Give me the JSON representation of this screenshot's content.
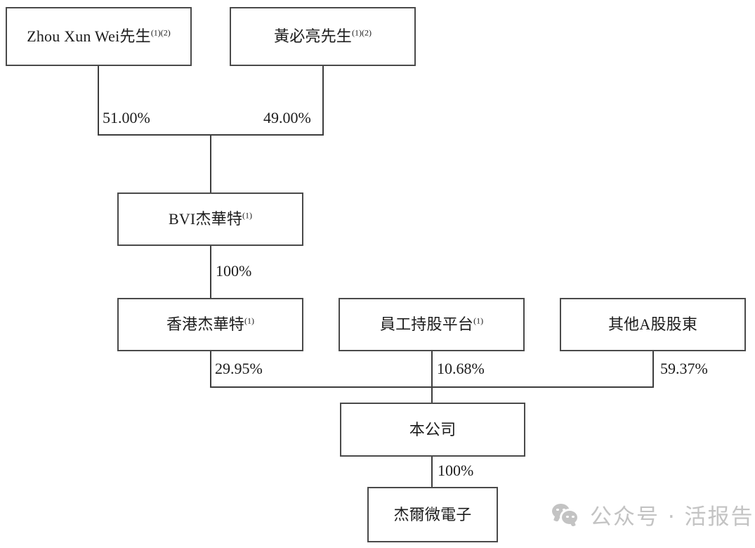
{
  "diagram": {
    "type": "org-shareholding-chart",
    "nodes": [
      {
        "id": "zhou-xun-wei",
        "label": "Zhou Xun Wei先生",
        "footnote": "(1)(2)"
      },
      {
        "id": "huang-bi-liang",
        "label": "黃必亮先生",
        "footnote": "(1)(2)"
      },
      {
        "id": "bvi-jiehuate",
        "label": "BVI杰華特",
        "footnote": "(1)"
      },
      {
        "id": "hk-jiehuate",
        "label": "香港杰華特",
        "footnote": "(1)"
      },
      {
        "id": "employee-platform",
        "label": "員工持股平台",
        "footnote": "(1)"
      },
      {
        "id": "other-a-share",
        "label": "其他A股股東",
        "footnote": ""
      },
      {
        "id": "the-company",
        "label": "本公司",
        "footnote": ""
      },
      {
        "id": "jieer-micro",
        "label": "杰爾微電子",
        "footnote": ""
      }
    ],
    "edges": [
      {
        "id": "e1",
        "from": "zhou-xun-wei",
        "to": "bvi-jiehuate",
        "percent": "51.00%"
      },
      {
        "id": "e2",
        "from": "huang-bi-liang",
        "to": "bvi-jiehuate",
        "percent": "49.00%"
      },
      {
        "id": "e3",
        "from": "bvi-jiehuate",
        "to": "hk-jiehuate",
        "percent": "100%"
      },
      {
        "id": "e4",
        "from": "hk-jiehuate",
        "to": "the-company",
        "percent": "29.95%"
      },
      {
        "id": "e5",
        "from": "employee-platform",
        "to": "the-company",
        "percent": "10.68%"
      },
      {
        "id": "e6",
        "from": "other-a-share",
        "to": "the-company",
        "percent": "59.37%"
      },
      {
        "id": "e7",
        "from": "the-company",
        "to": "jieer-micro",
        "percent": "100%"
      }
    ],
    "colors": {
      "box_border": "#4a4a4a",
      "connector": "#3d3d3d",
      "text": "#1c1c1c",
      "background": "#ffffff",
      "watermark": "#c3c3c3"
    }
  },
  "watermark": {
    "icon": "wechat-logo-icon",
    "text": "公众号 · 活报告"
  }
}
